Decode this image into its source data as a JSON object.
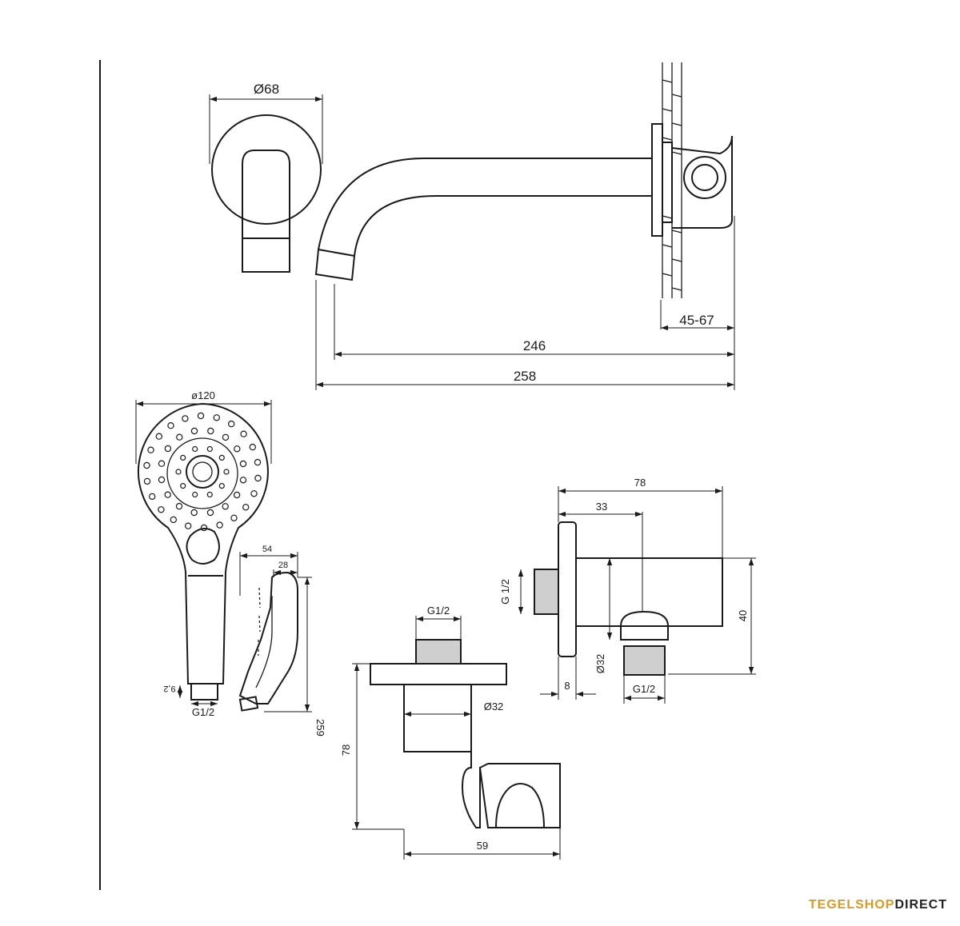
{
  "dimensions": {
    "d68": "Ø68",
    "l246": "246",
    "l258": "258",
    "l4567": "45-67",
    "d120": "ø120",
    "w54": "54",
    "w28": "28",
    "h259": "259",
    "h92": "9,2",
    "g12_handle": "G1/2",
    "g12_holder": "G1/2",
    "d32_holder": "Ø32",
    "h78_holder": "78",
    "w59": "59",
    "w78_elbow": "78",
    "w33": "33",
    "g12_elbow_side": "G 1/2",
    "h40": "40",
    "d32_elbow": "Ø32",
    "w8": "8",
    "g12_elbow_bottom": "G1/2"
  },
  "logo": {
    "part1": "TEGELSHOP",
    "part2": "DIRECT"
  },
  "colors": {
    "line": "#1a1a1a",
    "logo_accent": "#d39a2c",
    "logo_dark": "#222222"
  }
}
